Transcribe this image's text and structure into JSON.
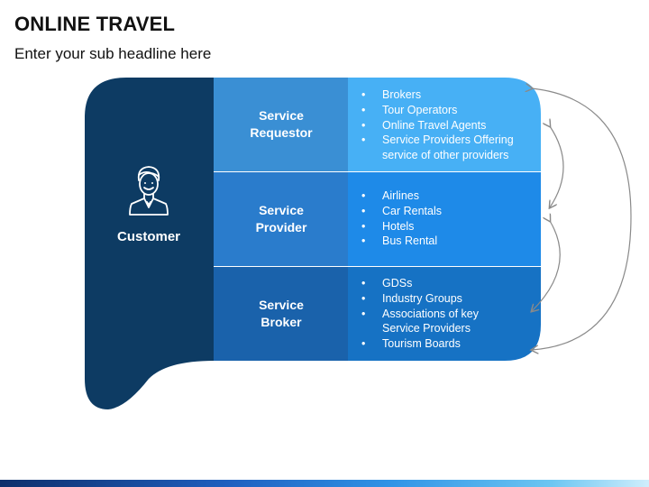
{
  "header": {
    "title": "ONLINE TRAVEL",
    "subtitle": "Enter your sub headline here"
  },
  "customer": {
    "label": "Customer",
    "icon": "person-icon"
  },
  "rows": [
    {
      "title_line1": "Service",
      "title_line2": "Requestor",
      "items": [
        "Brokers",
        "Tour Operators",
        "Online Travel Agents",
        "Service Providers Offering",
        "service of other providers"
      ]
    },
    {
      "title_line1": "Service",
      "title_line2": "Provider",
      "items": [
        "Airlines",
        "Car Rentals",
        "Hotels",
        "Bus Rental"
      ]
    },
    {
      "title_line1": "Service",
      "title_line2": "Broker",
      "items": [
        "GDSs",
        "Industry Groups",
        "Associations of key",
        "Service Providers",
        "Tourism Boards"
      ]
    }
  ],
  "colors": {
    "customer_panel": "#0d3b63",
    "row1_left": "#3a8fd4",
    "row1_right": "#47b0f5",
    "row2_left": "#2a7ccc",
    "row2_right": "#1e8ae8",
    "row3_left": "#1a62ab",
    "row3_right": "#1672c4",
    "connector": "#8a8a8a"
  }
}
